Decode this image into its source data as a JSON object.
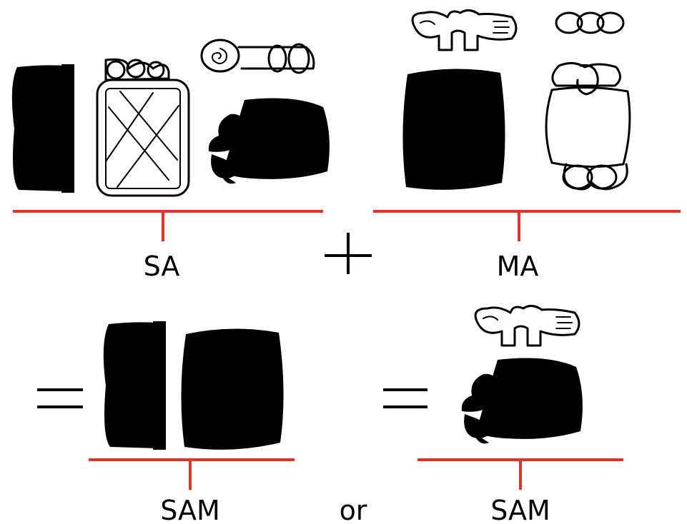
{
  "labels": {
    "sa": "SA",
    "ma": "MA",
    "sam_left": "SAM",
    "or": "or",
    "sam_right": "SAM"
  },
  "colors": {
    "bracket": "#e0342b",
    "ink": "#000000",
    "background": "#ffffff"
  },
  "icons": {
    "plus": "plus-sign",
    "equals": "equals-sign"
  }
}
